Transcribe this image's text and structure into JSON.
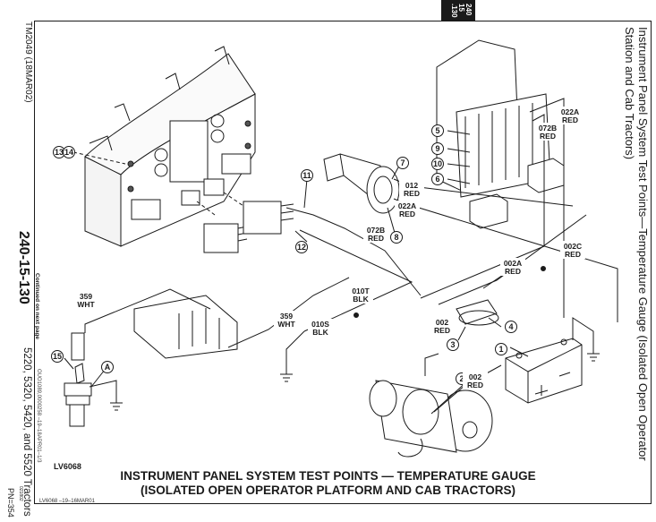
{
  "page": {
    "tab_section": [
      "240",
      "15",
      ".130"
    ],
    "left_margin": {
      "manual_id": "TM2049 (18MAR02)",
      "section_number": "240-15-130",
      "continued": "Continued on next page",
      "models": "5220, 5320, 5420, and 5520 Tractors",
      "date_code": "021802",
      "page_number": "PN=354",
      "doc_ref": "OUO1089,0000258  –19–18APR01–1/3"
    },
    "side_title": [
      "Instrument Panel System Test Points—Temperature Gauge (Isolated Open Operator",
      "Station and Cab Tractors)"
    ]
  },
  "figure": {
    "figure_id": "LV6068",
    "footer_ref": "LV6068  –19–16MAR01",
    "caption": [
      "INSTRUMENT PANEL SYSTEM TEST POINTS — TEMPERATURE GAUGE",
      "(ISOLATED OPEN OPERATOR PLATFORM AND CAB TRACTORS)"
    ],
    "callouts": [
      "1",
      "2",
      "3",
      "4",
      "5",
      "6",
      "7",
      "8",
      "9",
      "10",
      "11",
      "12",
      "13",
      "14",
      "15",
      "A"
    ],
    "wire_labels": [
      {
        "id": "022A",
        "color": "RED",
        "at": "fuse-block-top"
      },
      {
        "id": "072B",
        "color": "RED",
        "at": "fuse-block"
      },
      {
        "id": "012",
        "color": "RED",
        "at": "ignition-switch"
      },
      {
        "id": "022A",
        "color": "RED",
        "at": "ignition-switch"
      },
      {
        "id": "072B",
        "color": "RED",
        "at": "connector"
      },
      {
        "id": "002C",
        "color": "RED",
        "at": "splice"
      },
      {
        "id": "002A",
        "color": "RED",
        "at": "fuse-link"
      },
      {
        "id": "002",
        "color": "RED",
        "at": "fuse-link-lower"
      },
      {
        "id": "002",
        "color": "RED",
        "at": "starter"
      },
      {
        "id": "010T",
        "color": "BLK",
        "at": "ground-splice"
      },
      {
        "id": "010S",
        "color": "BLK",
        "at": "ground"
      },
      {
        "id": "359",
        "color": "WHT",
        "at": "harness"
      },
      {
        "id": "359",
        "color": "WHT",
        "at": "sensor"
      }
    ],
    "components": [
      "instrument-panel",
      "fuse-block",
      "ignition-switch",
      "harness-connector",
      "temperature-sensor",
      "starter-motor",
      "battery",
      "fusible-link",
      "ground"
    ]
  }
}
